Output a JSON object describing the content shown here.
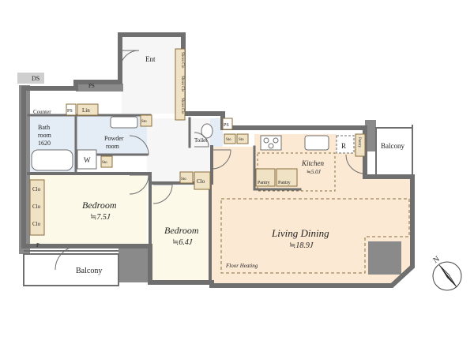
{
  "labels": {
    "ds": "DS",
    "ps_top": "PS",
    "ps_mid": "PS",
    "ps_toilet": "PS",
    "ent": "Ent",
    "counter": "Counter",
    "lin": "Lin",
    "sto_powder": "Sto",
    "bath_room": "Bath",
    "bath_room2": "room",
    "bath_size": "1620",
    "powder_room": "Powder",
    "powder_room2": "room",
    "w": "W",
    "sto_w": "Sto",
    "toilet": "Toilet",
    "sto_toilet1": "Sto",
    "sto_toilet2": "Sto",
    "shoes_clo_1": "Shoes Clo",
    "shoes_clo_2": "Shoes Clo",
    "shoes_clo_3": "Shoes Clo",
    "clo_1": "Clo",
    "clo_2": "Clo",
    "clo_3": "Clo",
    "clo_mid": "Clo",
    "sto_mid": "Sto",
    "bedroom1": "Bedroom",
    "bedroom1_size": "≒7.5J",
    "bedroom2": "Bedroom",
    "bedroom2_size": "≒6.4J",
    "living_dining": "Living Dining",
    "living_size": "≒18.9J",
    "kitchen": "Kitchen",
    "kitchen_size": "≒5.0J",
    "pantry1": "Pantry",
    "pantry2": "Pantry",
    "pantry_right": "Pantry",
    "r": "R",
    "floor_heating": "Floor Heating",
    "balcony_right": "Balcony",
    "balcony_bottom": "Balcony",
    "p": "P",
    "compass_n": "N"
  },
  "colors": {
    "wall": "#6f6f6f",
    "wet_area": "#e4edf6",
    "living_area": "#fbe9d3",
    "bedroom_area": "#fdf9e8",
    "storage": "#f0e2c4",
    "shaft": "#8a8a8a"
  }
}
